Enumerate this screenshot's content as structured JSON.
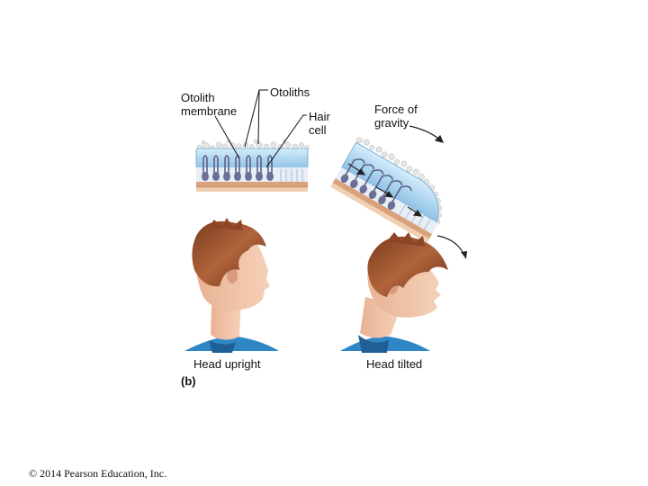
{
  "labels": {
    "otolith_membrane": "Otolith\nmembrane",
    "otoliths": "Otoliths",
    "hair_cell": "Hair\ncell",
    "force_of_gravity": "Force of\ngravity",
    "head_upright": "Head upright",
    "head_tilted": "Head tilted",
    "panel_tag": "(b)"
  },
  "copyright": "© 2014 Pearson Education, Inc.",
  "colors": {
    "membrane_blue": "#a9d3ee",
    "hair_cell_purple": "#6b6f96",
    "tissue_tan": "#d9a27a",
    "hair_brown": "#9a4e2b",
    "skin": "#f0c3a3",
    "shirt_blue": "#2f86c4"
  }
}
